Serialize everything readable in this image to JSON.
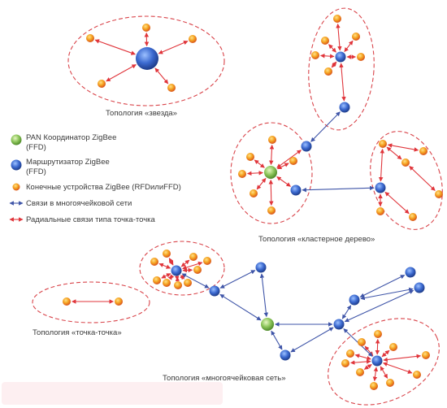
{
  "captions": {
    "star": "Топология «звезда»",
    "cluster_tree": "Топология «кластерное дерево»",
    "point_to_point": "Топология «точка-точка»",
    "mesh": "Топология «многоячейковая сеть»"
  },
  "legend": {
    "coordinator_line1": "PAN Координатор ZigBee",
    "coordinator_line2": "(FFD)",
    "router_line1": "Маршрутизатор ZigBee",
    "router_line2": "(FFD)",
    "end_device": "Конечные устройства ZigBee (RFDилиFFD)",
    "mesh_links": "Связи в многоячейковой сети",
    "radial_links": "Радиальные связи типа точка-точка"
  },
  "colors": {
    "coordinator": "#8cc55a",
    "router": "#3c62c4",
    "end_device": "#f29a1c",
    "radial_link": "#e0353b",
    "mesh_link": "#3f55a8",
    "region_border": "#d9444a"
  }
}
